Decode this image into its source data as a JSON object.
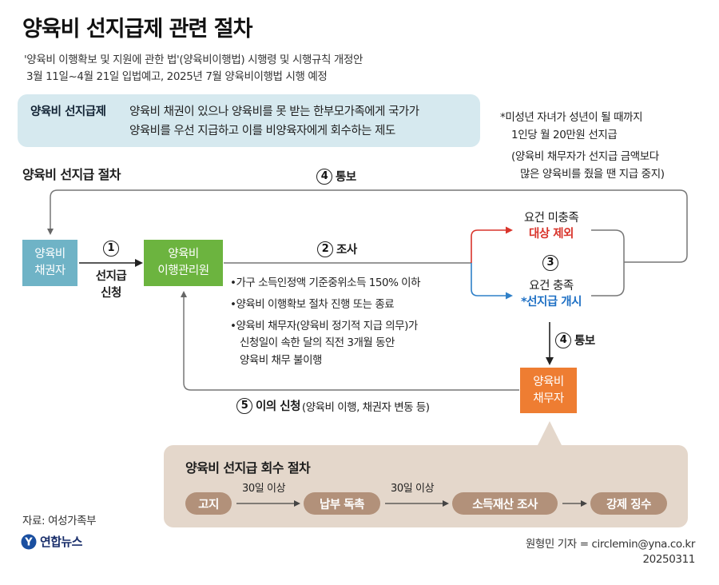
{
  "title": "양육비 선지급제 관련 절차",
  "subtitle_lines": [
    "'양육비 이행확보 및 지원에 관한 법'(양육비이행법) 시행령 및 시행규칙 개정안",
    "3월 11일~4월 21일 입법예고, 2025년 7월 양육비이행법 시행 예정"
  ],
  "definition": {
    "term": "양육비 선지급제",
    "lines": [
      "양육비 채권이 있으나 양육비를 못 받는 한부모가족에게 국가가",
      "양육비를 우선 지급하고 이를 비양육자에게 회수하는 제도"
    ]
  },
  "note_lines": [
    "*미성년 자녀가 성년이 될 때까지",
    "1인당 월 20만원 선지급",
    "(양육비 채무자가 선지급 금액보다",
    "많은 양육비를 줬을 땐 지급 중지)"
  ],
  "procedure_title": "양육비 선지급 절차",
  "nodes": {
    "creditor": [
      "양육비",
      "채권자"
    ],
    "agency": [
      "양육비",
      "이행관리원"
    ],
    "debtor": [
      "양육비",
      "채무자"
    ]
  },
  "steps": {
    "s1": {
      "num": "1",
      "label_lines": [
        "선지급",
        "신청"
      ]
    },
    "s2": {
      "num": "2",
      "label": "조사"
    },
    "s3": {
      "num": "3"
    },
    "s4_top": {
      "num": "4",
      "label": "통보"
    },
    "s4_down": {
      "num": "4",
      "label": "통보"
    },
    "s5": {
      "num": "5",
      "label": "이의 신청",
      "detail": "(양육비 이행, 채권자 변동 등)"
    }
  },
  "criteria": [
    "•가구 소득인정액 기준중위소득 150% 이하",
    "•양육비 이행확보 절차 진행 또는 종료",
    "•양육비 채무자(양육비 정기적 지급 의무)가",
    "신청일이 속한 달의 직전 3개월 동안",
    "양육비 채무 불이행"
  ],
  "outcomes": {
    "unmet": {
      "label": "요건 미충족",
      "result": "대상 제외"
    },
    "met": {
      "label": "요건 충족",
      "result": "*선지급 개시"
    }
  },
  "recovery": {
    "title": "양육비 선지급 회수 절차",
    "steps": [
      "고지",
      "납부 독촉",
      "소득재산 조사",
      "강제 징수"
    ],
    "durations": [
      "30일 이상",
      "30일 이상"
    ]
  },
  "source": "자료: 여성가족부",
  "logo": {
    "symbol": "Y",
    "text": "연합뉴스"
  },
  "credit_lines": [
    "원형민 기자 = circlemin@yna.co.kr",
    "20250311"
  ],
  "colors": {
    "creditor": "#6fb3c6",
    "agency": "#6cb43f",
    "debtor": "#ee7d32",
    "definition_bg": "#d6e9ef",
    "recovery_bg": "#e4d7cb",
    "pill": "#b2917a",
    "excluded_text": "#d9342b",
    "start_text": "#1d6fc4",
    "arrow_red": "#d9342b",
    "arrow_blue": "#2f80c8"
  }
}
